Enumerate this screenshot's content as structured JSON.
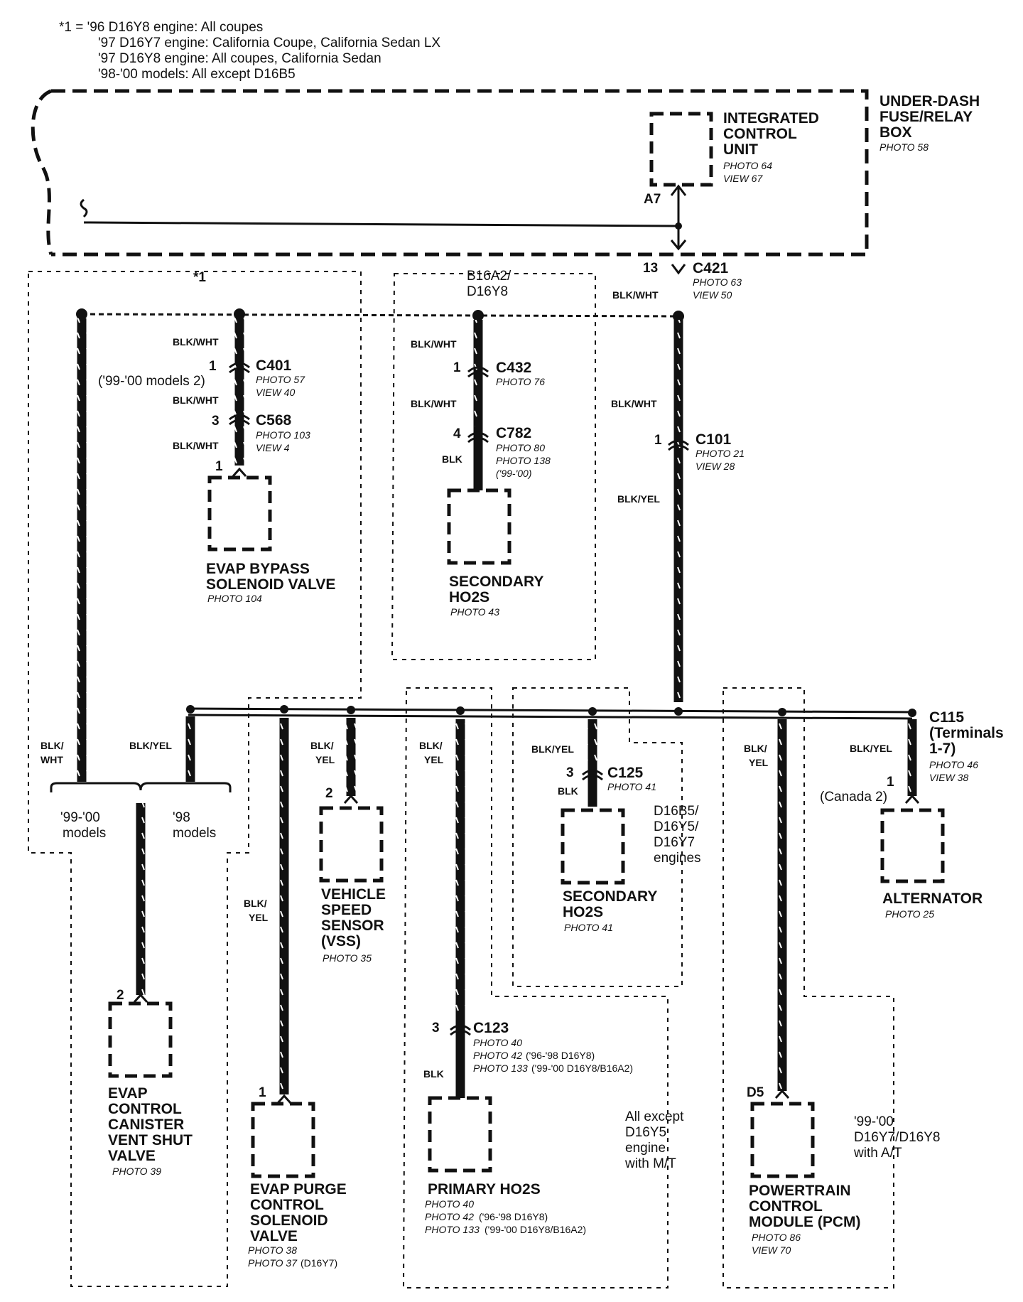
{
  "footnote": {
    "lines": [
      "*1 = '96 D16Y8 engine: All coupes",
      "'97 D16Y7 engine: California Coupe, California Sedan LX",
      "'97 D16Y8 engine: All coupes, California Sedan",
      "'98-'00 models: All except D16B5"
    ]
  },
  "fusebox": {
    "lines": [
      "UNDER-DASH",
      "FUSE/RELAY",
      "BOX"
    ],
    "photo": "PHOTO 58"
  },
  "icu": {
    "lines": [
      "INTEGRATED",
      "CONTROL",
      "UNIT"
    ],
    "photo": "PHOTO 64",
    "view": "VIEW 67",
    "pin": "A7"
  },
  "c421": {
    "pin": "13",
    "name": "C421",
    "photo": "PHOTO 63",
    "view": "VIEW 50",
    "wire": "BLK/WHT"
  },
  "group_labels": {
    "star": "*1",
    "b16a2_1": "B16A2/",
    "b16a2_2": "D16Y8",
    "d16b5": [
      "D16B5/",
      "D16Y5/",
      "D16Y7",
      "engines"
    ],
    "all_except": [
      "All except",
      "D16Y5",
      "engine",
      "with M/T"
    ],
    "at": [
      "'99-'00",
      "D16Y7/D16Y8",
      "with A/T"
    ]
  },
  "bypass": {
    "wire1": "BLK/WHT",
    "wire2": "BLK/WHT",
    "wire3": "BLK/WHT",
    "c401_pin": "1",
    "c401_name": "C401",
    "c401_photo": "PHOTO 57",
    "c401_view": "VIEW 40",
    "c401_note": "('99-'00 models 2)",
    "c568_pin": "3",
    "c568_name": "C568",
    "c568_photo": "PHOTO 103",
    "c568_view": "VIEW 4",
    "pin": "1",
    "name1": "EVAP BYPASS",
    "name2": "SOLENOID VALVE",
    "photo": "PHOTO 104"
  },
  "sec_ho2s_a": {
    "wire1": "BLK/WHT",
    "wire2": "BLK/WHT",
    "wire3": "BLK",
    "c432_pin": "1",
    "c432_name": "C432",
    "c432_photo": "PHOTO 76",
    "c782_pin": "4",
    "c782_name": "C782",
    "c782_photo1": "PHOTO 80",
    "c782_photo2": "PHOTO 138",
    "c782_note": "('99-'00)",
    "name1": "SECONDARY",
    "name2": "HO2S",
    "photo": "PHOTO 43"
  },
  "c101": {
    "wire_top": "BLK/WHT",
    "pin": "1",
    "name": "C101",
    "photo": "PHOTO 21",
    "view": "VIEW 28",
    "wire_bottom": "BLK/YEL"
  },
  "vent_valve": {
    "wire_left_1": "BLK/",
    "wire_left_2": "WHT",
    "wire_right": "BLK/YEL",
    "models_left_1": "'99-'00",
    "models_left_2": "models",
    "models_right_1": "'98",
    "models_right_2": "models",
    "pin": "2",
    "name": [
      "EVAP",
      "CONTROL",
      "CANISTER",
      "VENT SHUT",
      "VALVE"
    ],
    "photo": "PHOTO 39"
  },
  "purge_valve": {
    "wire1_1": "BLK/",
    "wire1_2": "YEL",
    "pin": "1",
    "name": [
      "EVAP PURGE",
      "CONTROL",
      "SOLENOID",
      "VALVE"
    ],
    "photo1": "PHOTO 38",
    "photo2": "PHOTO 37",
    "photo2_note": "(D16Y7)"
  },
  "vss": {
    "wire_1": "BLK/",
    "wire_2": "YEL",
    "pin": "2",
    "name": [
      "VEHICLE",
      "SPEED",
      "SENSOR",
      "(VSS)"
    ],
    "photo": "PHOTO 35"
  },
  "primary_ho2s": {
    "wire_1": "BLK/",
    "wire_2": "YEL",
    "wire_bottom": "BLK",
    "c123_pin": "3",
    "c123_name": "C123",
    "c123_photo1": "PHOTO 40",
    "c123_photo2": "PHOTO 42",
    "c123_photo2_note": "('96-'98 D16Y8)",
    "c123_photo3": "PHOTO 133",
    "c123_photo3_note": "('99-'00 D16Y8/B16A2)",
    "name": "PRIMARY HO2S",
    "photo1": "PHOTO 40",
    "photo2": "PHOTO 42",
    "photo2_note": "('96-'98 D16Y8)",
    "photo3": "PHOTO 133",
    "photo3_note": "('99-'00 D16Y8/B16A2)"
  },
  "sec_ho2s_b": {
    "wire1": "BLK/YEL",
    "wire2": "BLK",
    "c125_pin": "3",
    "c125_name": "C125",
    "c125_photo": "PHOTO 41",
    "name1": "SECONDARY",
    "name2": "HO2S",
    "photo": "PHOTO 41"
  },
  "pcm": {
    "wire_1": "BLK/",
    "wire_2": "YEL",
    "pin": "D5",
    "name": [
      "POWERTRAIN",
      "CONTROL",
      "MODULE (PCM)"
    ],
    "photo": "PHOTO 86",
    "view": "VIEW 70"
  },
  "alternator": {
    "c115_name": "C115",
    "c115_l2": "(Terminals",
    "c115_l3": "1-7)",
    "c115_photo": "PHOTO 46",
    "c115_view": "VIEW 38",
    "wire": "BLK/YEL",
    "pin": "1",
    "pin_note": "(Canada 2)",
    "name": "ALTERNATOR",
    "photo": "PHOTO 25"
  }
}
